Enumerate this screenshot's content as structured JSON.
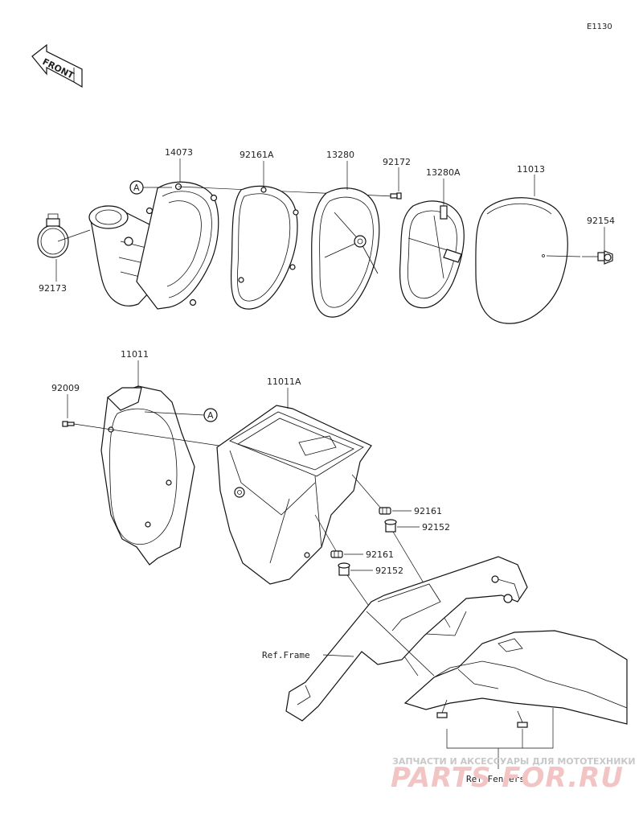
{
  "diagram_code": "E1130",
  "front_arrow_label": "FRONT",
  "parts": {
    "p14073": "14073",
    "p92161A": "92161A",
    "p13280": "13280",
    "p92172": "92172",
    "p13280A": "13280A",
    "p11013": "11013",
    "p92154": "92154",
    "p92173": "92173",
    "p11011": "11011",
    "p92009": "92009",
    "p11011A": "11011A",
    "p92161_a": "92161",
    "p92152_a": "92152",
    "p92161_b": "92161",
    "p92152_b": "92152"
  },
  "ref_marker": "A",
  "references": {
    "frame": "Ref.Frame",
    "fenders": "Ref.Fenders"
  },
  "watermark": {
    "line1": "ЗАПЧАСТИ И АКСЕССУАРЫ ДЛЯ МОТОТЕХНИКИ",
    "line2": "PARTS FOR.RU"
  }
}
